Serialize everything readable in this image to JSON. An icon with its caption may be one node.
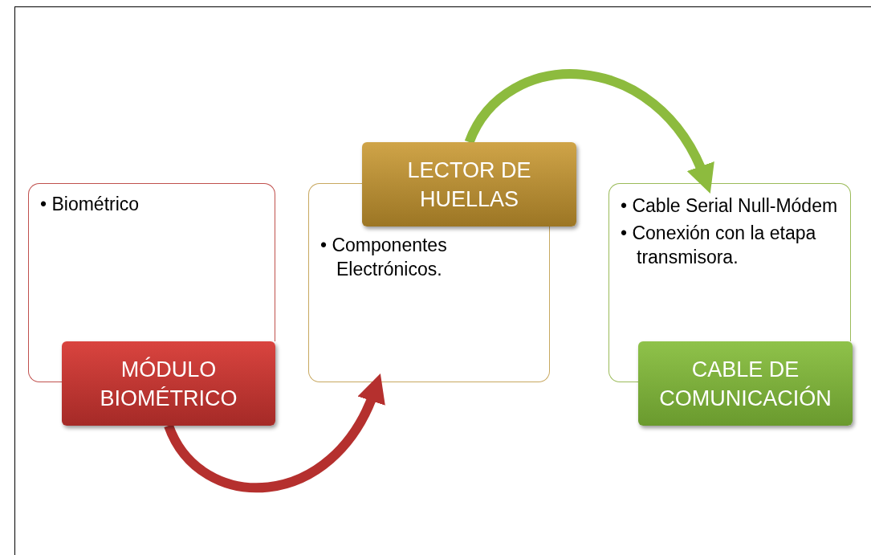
{
  "diagram": {
    "nodes": [
      {
        "text": [
          "• Biométrico"
        ]
      },
      {
        "text": [
          "MÓDULO BIOMÉTRICO"
        ]
      },
      {
        "text": [
          "• Componentes Electrónicos."
        ]
      },
      {
        "text": [
          "LECTOR DE HUELLAS"
        ]
      },
      {
        "text": [
          "• Cable Serial Null-Módem",
          "• Conexión con la etapa transmisora."
        ]
      },
      {
        "text": [
          "CABLE DE COMUNICACIÓN"
        ]
      }
    ],
    "edges": [
      {
        "from": 1,
        "to": 2,
        "arrow": "to",
        "color": "#b5302e"
      },
      {
        "from": 3,
        "to": 4,
        "arrow": "to",
        "color": "#8dbb3e"
      }
    ]
  }
}
